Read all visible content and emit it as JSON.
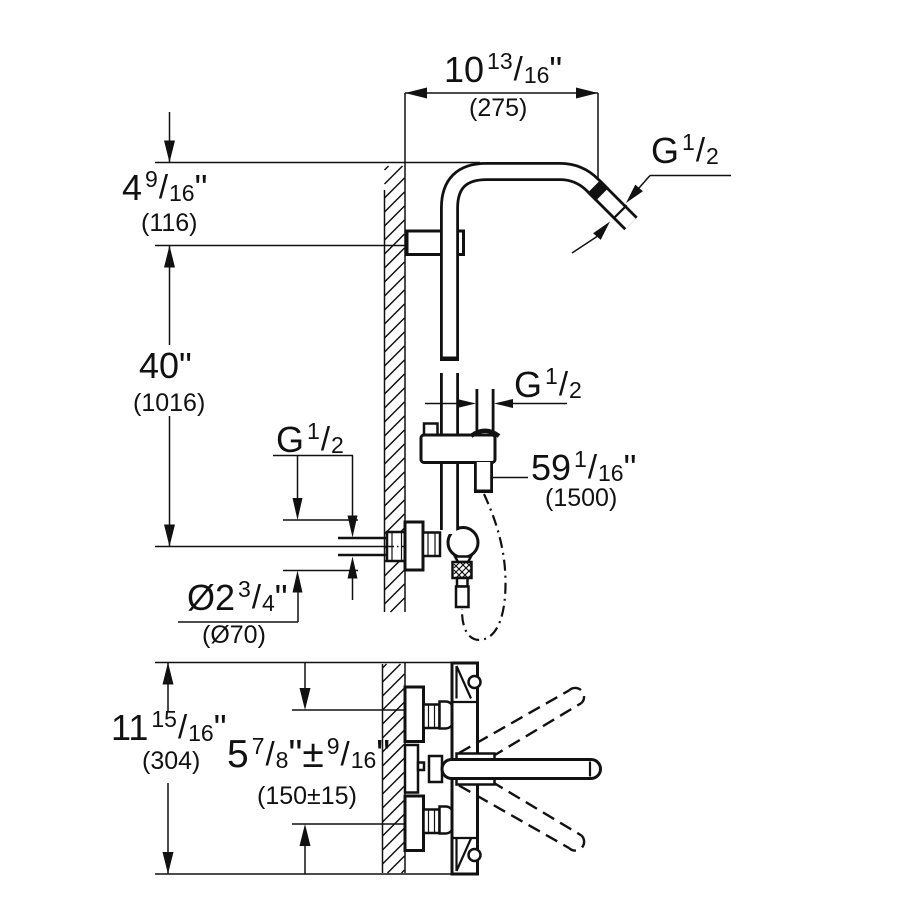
{
  "colors": {
    "ink": "#111111",
    "background": "#ffffff"
  },
  "glyphs": {
    "slash": "/"
  },
  "labels": {
    "top_width": {
      "whole": "10",
      "num": "13",
      "den": "16",
      "inch": "\"",
      "metric": "(275)"
    },
    "head_offset": {
      "whole": "4",
      "num": "9",
      "den": "16",
      "inch": "\"",
      "metric": "(116)"
    },
    "rail_height": {
      "whole": "40",
      "inch": "\"",
      "metric": "(1016)"
    },
    "thread_top": {
      "g": "G",
      "num": "1",
      "den": "2"
    },
    "thread_hand": {
      "g": "G",
      "num": "1",
      "den": "2"
    },
    "thread_supply": {
      "g": "G",
      "num": "1",
      "den": "2"
    },
    "hose_length": {
      "whole": "59",
      "num": "1",
      "den": "16",
      "inch": "\"",
      "metric": "(1500)"
    },
    "escutcheon": {
      "whole": "Ø2",
      "num": "3",
      "den": "4",
      "inch": "\"",
      "metric": "(Ø70)"
    },
    "body_height": {
      "whole": "11",
      "num": "15",
      "den": "16",
      "inch": "\"",
      "metric": "(304)"
    },
    "spout_center": {
      "whole": "5",
      "num": "7",
      "den": "8",
      "inch": "\"",
      "pm": "±",
      "pm_num": "9",
      "pm_den": "16",
      "pm_inch": "\"",
      "metric": "(150±15)"
    }
  }
}
